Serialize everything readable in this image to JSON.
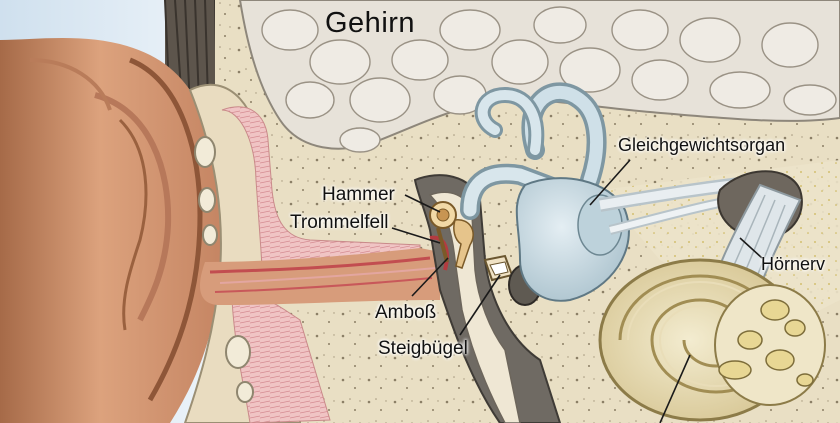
{
  "labels": {
    "gehirn": "Gehirn",
    "hammer": "Hammer",
    "trommelfell": "Trommelfell",
    "amboss": "Amboß",
    "steigbuegel": "Steigbügel",
    "gleichgewichtsorgan": "Gleichgewichtsorgan",
    "hoernerv": "Hörnerv"
  },
  "colors": {
    "background": "#ffffff",
    "brain": "#ebe6dc",
    "bone": "#e8dfc5",
    "skin": "#d39a76",
    "ear_canal_tissue": "#e6b3b5",
    "semicircular_canals": "#c9dbe3",
    "cochlea": "#e2d8b6",
    "nerve": "#dfe6ea",
    "ossicle": "#d8b27a",
    "eardrum_canal_red": "#c0474c",
    "label_text": "#111111"
  }
}
